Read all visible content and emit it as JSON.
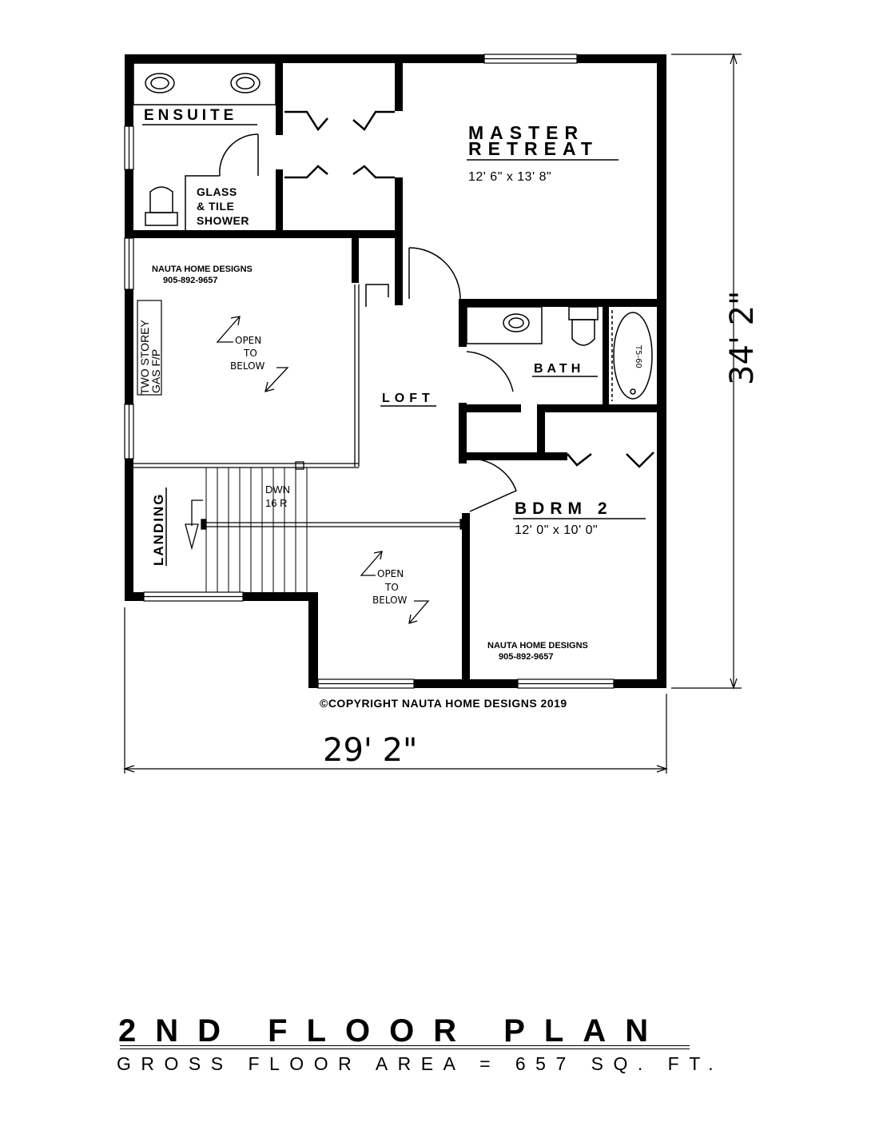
{
  "rooms": {
    "ensuite": "ENSUITE",
    "master_line1": "MASTER",
    "master_line2": "RETREAT",
    "master_size": "12' 6\" x 13' 8\"",
    "shower_line1": "GLASS",
    "shower_line2": "& TILE",
    "shower_line3": "SHOWER",
    "bath": "BATH",
    "tub": "T5-60",
    "loft": "LOFT",
    "bdrm2": "BDRM 2",
    "bdrm2_size": "12' 0\" x 10' 0\"",
    "landing": "LANDING",
    "fireplace_line1": "TWO STOREY",
    "fireplace_line2": "GAS F/P"
  },
  "notes": {
    "open": "OPEN",
    "to": "TO",
    "below": "BELOW",
    "stair_dwn": "DWN",
    "stair_risers": "16 R",
    "company": "NAUTA HOME DESIGNS",
    "phone": "905-892-9657",
    "copyright": "©COPYRIGHT NAUTA HOME DESIGNS 2019"
  },
  "dimensions": {
    "width": "29' 2\"",
    "depth": "34' 2\""
  },
  "title": "2ND FLOOR PLAN",
  "subtitle": "GROSS FLOOR AREA = 657 SQ. FT."
}
